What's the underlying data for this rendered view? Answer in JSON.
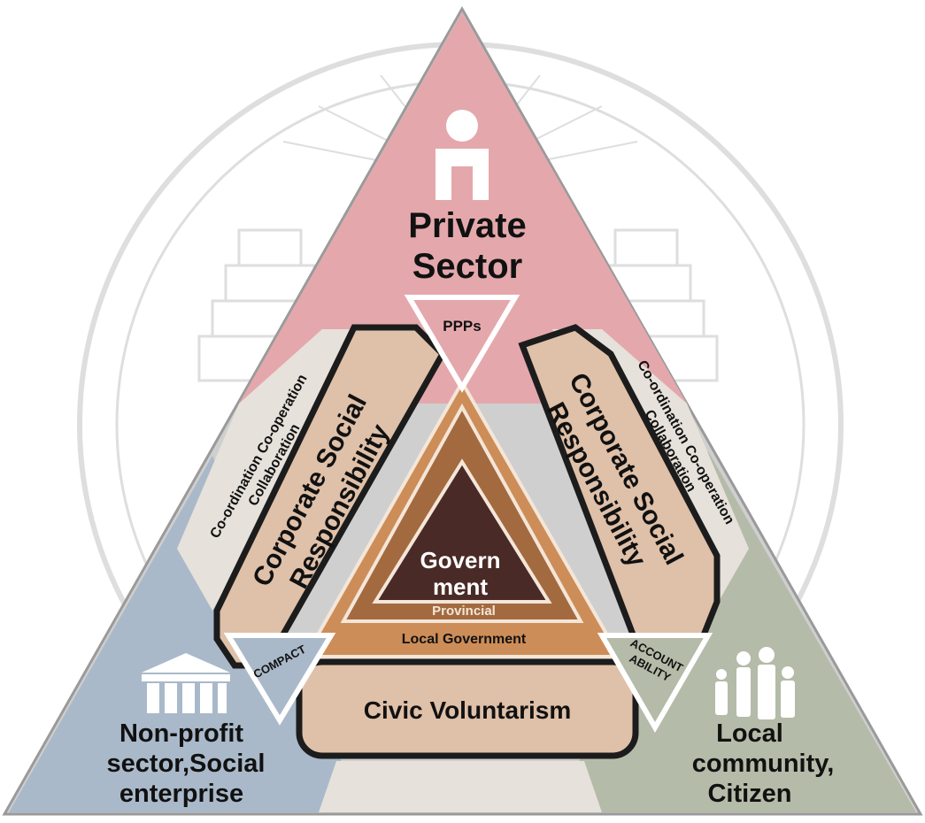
{
  "colors": {
    "background": "#ffffff",
    "outer_triangle": "#cfcfcf",
    "private_sector": "#e4a8ac",
    "non_profit": "#a9b9c9",
    "community": "#b4bba8",
    "band": "#e6e1da",
    "csr_fill": "#dfc0a8",
    "local_government": "#cd8d58",
    "provincial": "#a36a40",
    "government": "#4a2a26",
    "outline": "#1c1c1c",
    "watermark": "#8a8a8a"
  },
  "sectors": {
    "private": {
      "line1": "Private",
      "line2": "Sector",
      "icon": "person-icon"
    },
    "non_profit": {
      "line1": "Non-profit",
      "line2": "sector,Social",
      "line3": "enterprise",
      "icon": "building-icon"
    },
    "community": {
      "line1": "Local",
      "line2": "community,",
      "line3": "Citizen",
      "icon": "family-icon"
    }
  },
  "links": {
    "ppp": "PPPs",
    "compact": "COMPACT",
    "accountability_line1": "ACCOUNT",
    "accountability_line2": "ABILITY"
  },
  "csr_left": {
    "line1": "Corporate Social",
    "line2": "Responsibility"
  },
  "csr_right": {
    "line1": "Corporate Social",
    "line2": "Responsibility"
  },
  "coop_left": {
    "line1": "Co-ordination Co-operation",
    "line2": "Collaboration"
  },
  "coop_right": {
    "line1": "Co-ordination Co-operation",
    "line2": "Collaboration"
  },
  "civic": "Civic Voluntarism",
  "government": {
    "line1": "Govern",
    "line2": "ment"
  },
  "provincial": "Provincial",
  "local_government": "Local Government"
}
